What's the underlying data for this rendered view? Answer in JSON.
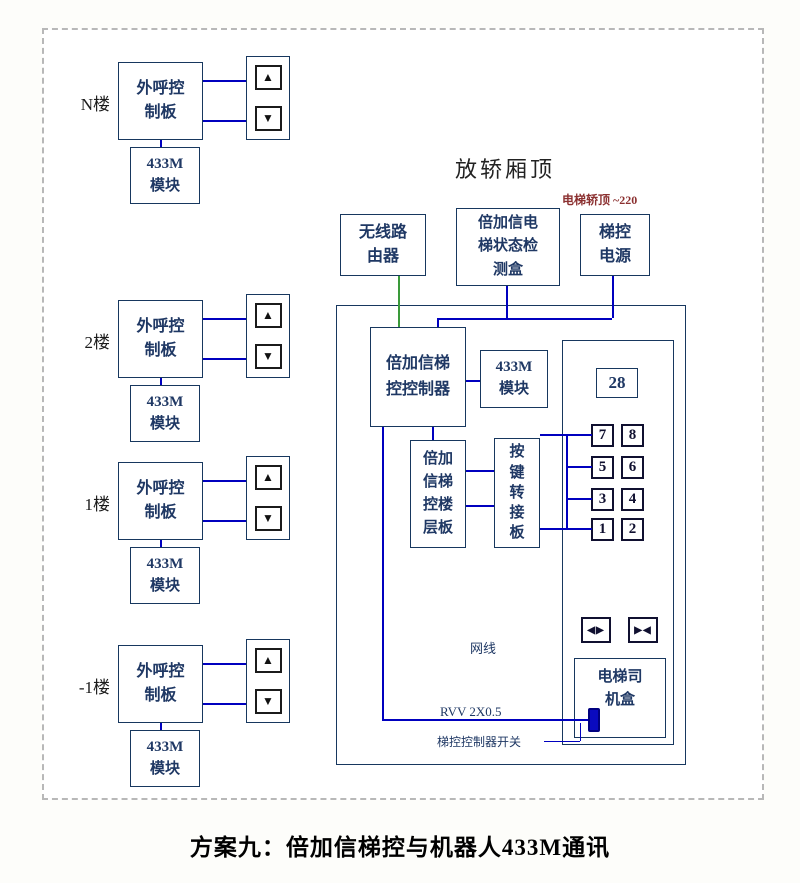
{
  "title": "方案九：倍加信梯控与机器人433M通讯",
  "scene_label": "放轿厢顶",
  "power_note": "电梯轿顶 ~220",
  "arrows": {
    "up": "▲",
    "down": "▼"
  },
  "floors": [
    {
      "label": "N楼",
      "board": "外呼控\n制板",
      "module": "433M\n模块"
    },
    {
      "label": "2楼",
      "board": "外呼控\n制板",
      "module": "433M\n模块"
    },
    {
      "label": "1楼",
      "board": "外呼控\n制板",
      "module": "433M\n模块"
    },
    {
      "label": "-1楼",
      "board": "外呼控\n制板",
      "module": "433M\n模块"
    }
  ],
  "right": {
    "router": "无线路\n由器",
    "detector": "倍加信电\n梯状态检\n测盒",
    "power": "梯控\n电源",
    "controller": "倍加信梯\n控控制器",
    "module_433m": "433M\n模块",
    "floor_board": "倍加\n信梯\n控楼\n层板",
    "adapter": "按\n键\n转\n接\n板",
    "display": "28",
    "buttons": [
      "7",
      "8",
      "5",
      "6",
      "3",
      "4",
      "1",
      "2"
    ],
    "door_open": "◀▶",
    "door_close": "▶◀",
    "network_label": "网线",
    "driver_box": "电梯司\n机盒",
    "rvv_label": "RVV 2X0.5",
    "switch_label": "梯控控制器开关"
  },
  "colors": {
    "wire_blue": "#0000bf",
    "wire_green": "#3a9a3a",
    "box_border": "#17375e",
    "text": "#1f3864",
    "note_red": "#8b3030",
    "switch_fill": "#0a0ac0"
  }
}
